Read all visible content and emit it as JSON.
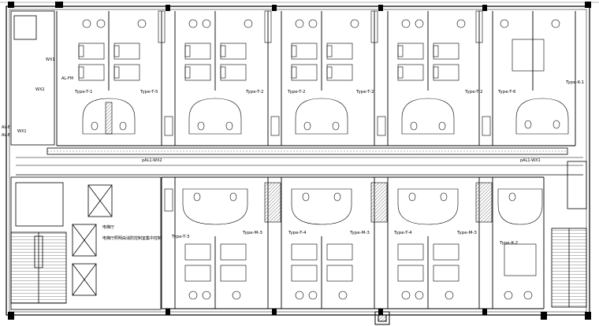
{
  "plan": {
    "circuits": {
      "wx1_top": "WX1",
      "alfm": "AL-FM",
      "wx2": "WX2",
      "al_e": "AL-E",
      "al_e2": "AL-E",
      "wx1_left": "WX1",
      "corridor_left": "pAL1-WX2",
      "corridor_right": "pAL1-WX1"
    },
    "stair_note_title": "电梯厅",
    "stair_note": "电梯厅照明由消防控制室集中控制",
    "rooms_top": [
      "Type-T-1",
      "Type-T-5",
      "Type-T-2",
      "Type-T-2",
      "Type-T-2",
      "Type-T-2",
      "Type-T-6",
      "Type-K-1"
    ],
    "rooms_bottom": [
      "Type-T-3",
      "Type-M-3",
      "Type-T-4",
      "Type-M-3",
      "Type-T-4",
      "Type-M-3",
      "Type-K-2"
    ]
  },
  "colors": {
    "line": "#000000",
    "background": "#ffffff",
    "hatch": "#555555"
  }
}
